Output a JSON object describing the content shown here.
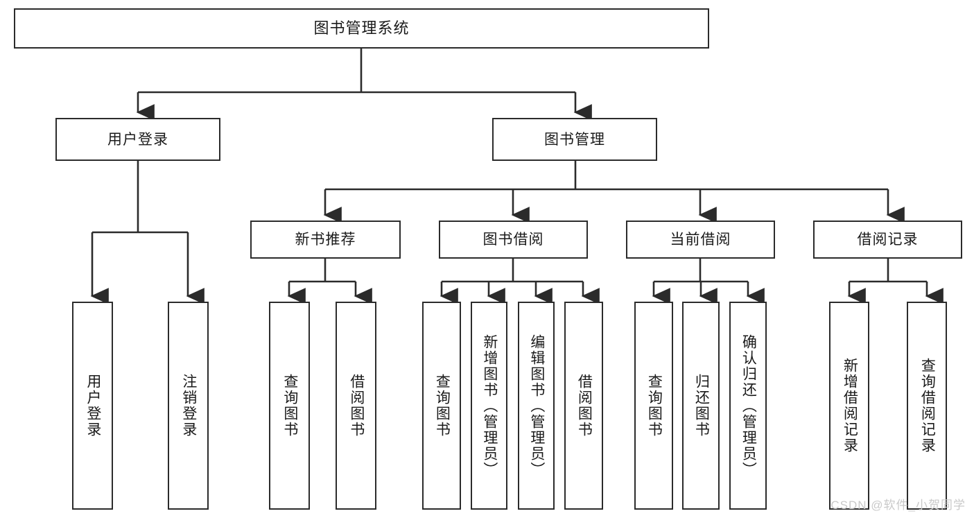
{
  "diagram": {
    "type": "tree",
    "title": "图书管理系统",
    "watermark": "CSDN @软件_小贺同学",
    "style": {
      "box_fill": "#ffffff",
      "box_stroke": "#2b2b2b",
      "line_color": "#2b2b2b",
      "text_color": "#1a1a1a",
      "background": "#ffffff",
      "watermark_color": "#c9c9c9"
    },
    "root": {
      "label": "图书管理系统"
    },
    "level2": [
      {
        "label": "用户登录"
      },
      {
        "label": "图书管理"
      }
    ],
    "level3": [
      {
        "label": "新书推荐"
      },
      {
        "label": "图书借阅"
      },
      {
        "label": "当前借阅"
      },
      {
        "label": "借阅记录"
      }
    ],
    "leaves": {
      "user_login": [
        {
          "label": "用户登录"
        },
        {
          "label": "注销登录"
        }
      ],
      "new_book_recommend": [
        {
          "label": "查询图书"
        },
        {
          "label": "借阅图书"
        }
      ],
      "book_borrow": [
        {
          "label": "查询图书"
        },
        {
          "label": "新增图书（管理员）"
        },
        {
          "label": "编辑图书（管理员）"
        },
        {
          "label": "借阅图书"
        }
      ],
      "current_borrow": [
        {
          "label": "查询图书"
        },
        {
          "label": "归还图书"
        },
        {
          "label": "确认归还（管理员）"
        }
      ],
      "borrow_record": [
        {
          "label": "新增借阅记录"
        },
        {
          "label": "查询借阅记录"
        }
      ]
    }
  }
}
